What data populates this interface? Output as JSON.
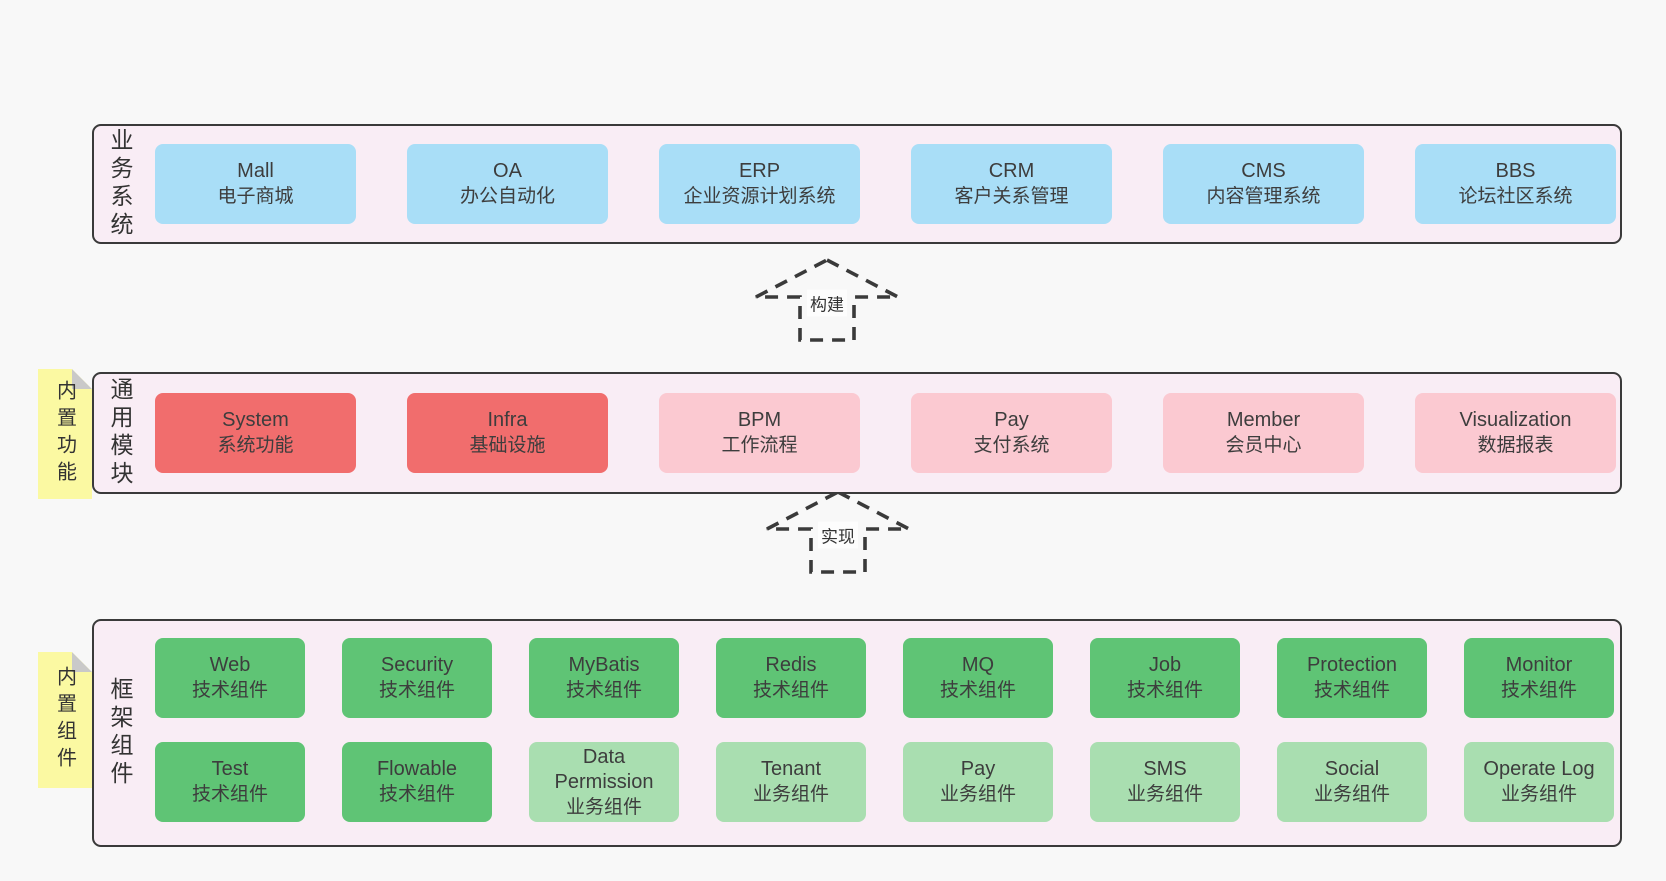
{
  "diagram_title": "",
  "colors": {
    "page_bg": "#f8f8f8",
    "section_bg": "#f9edf5",
    "section_border": "#3a3a3a",
    "blue_box": "#a9def7",
    "red_box": "#f16d6d",
    "pink_box": "#fbc9d1",
    "green_box": "#5fc475",
    "light_green_box": "#a9deb0",
    "sticky_yellow": "#fbf9a2",
    "fold_gray": "#c9c9c9",
    "text": "#3d3d3d"
  },
  "arrows": [
    {
      "label": "构建"
    },
    {
      "label": "实现"
    }
  ],
  "sections": [
    {
      "label": "业务系统",
      "items": [
        {
          "title": "Mall",
          "subtitle": "电子商城"
        },
        {
          "title": "OA",
          "subtitle": "办公自动化"
        },
        {
          "title": "ERP",
          "subtitle": "企业资源计划系统"
        },
        {
          "title": "CRM",
          "subtitle": "客户关系管理"
        },
        {
          "title": "CMS",
          "subtitle": "内容管理系统"
        },
        {
          "title": "BBS",
          "subtitle": "论坛社区系统"
        }
      ]
    },
    {
      "label": "通用模块",
      "sticky": "内置功能",
      "items": [
        {
          "title": "System",
          "subtitle": "系统功能"
        },
        {
          "title": "Infra",
          "subtitle": "基础设施"
        },
        {
          "title": "BPM",
          "subtitle": "工作流程"
        },
        {
          "title": "Pay",
          "subtitle": "支付系统"
        },
        {
          "title": "Member",
          "subtitle": "会员中心"
        },
        {
          "title": "Visualization",
          "subtitle": "数据报表"
        }
      ]
    },
    {
      "label": "框架组件",
      "sticky": "内置组件",
      "items": [
        {
          "title": "Web",
          "subtitle": "技术组件"
        },
        {
          "title": "Security",
          "subtitle": "技术组件"
        },
        {
          "title": "MyBatis",
          "subtitle": "技术组件"
        },
        {
          "title": "Redis",
          "subtitle": "技术组件"
        },
        {
          "title": "MQ",
          "subtitle": "技术组件"
        },
        {
          "title": "Job",
          "subtitle": "技术组件"
        },
        {
          "title": "Protection",
          "subtitle": "技术组件"
        },
        {
          "title": "Monitor",
          "subtitle": "技术组件"
        },
        {
          "title": "Test",
          "subtitle": "技术组件"
        },
        {
          "title": "Flowable",
          "subtitle": "技术组件"
        },
        {
          "title": "Data Permission",
          "subtitle": "业务组件"
        },
        {
          "title": "Tenant",
          "subtitle": "业务组件"
        },
        {
          "title": "Pay",
          "subtitle": "业务组件"
        },
        {
          "title": "SMS",
          "subtitle": "业务组件"
        },
        {
          "title": "Social",
          "subtitle": "业务组件"
        },
        {
          "title": "Operate Log",
          "subtitle": "业务组件"
        }
      ]
    }
  ]
}
